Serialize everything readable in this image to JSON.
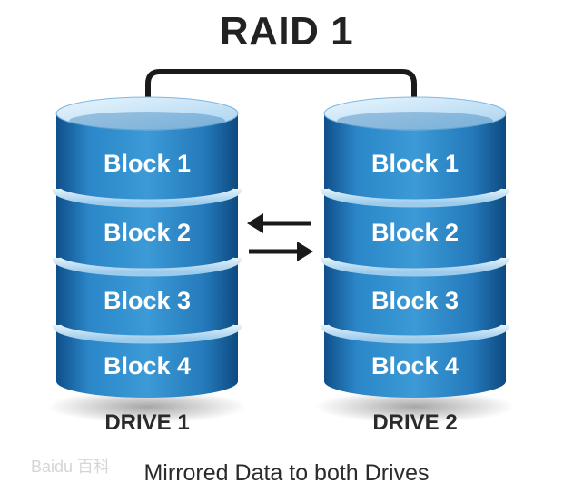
{
  "title": "RAID 1",
  "caption": "Mirrored Data to both Drives",
  "watermark": "Baidu 百科",
  "drives": [
    {
      "label": "DRIVE 1",
      "blocks": [
        "Block 1",
        "Block 2",
        "Block 3",
        "Block 4"
      ]
    },
    {
      "label": "DRIVE 2",
      "blocks": [
        "Block 1",
        "Block 2",
        "Block 3",
        "Block 4"
      ]
    }
  ],
  "colors": {
    "disk_blue": "#1f6fb0",
    "disk_top": "#cfe7f7",
    "connector": "#1a1a1a",
    "arrow": "#1a1a1a"
  }
}
